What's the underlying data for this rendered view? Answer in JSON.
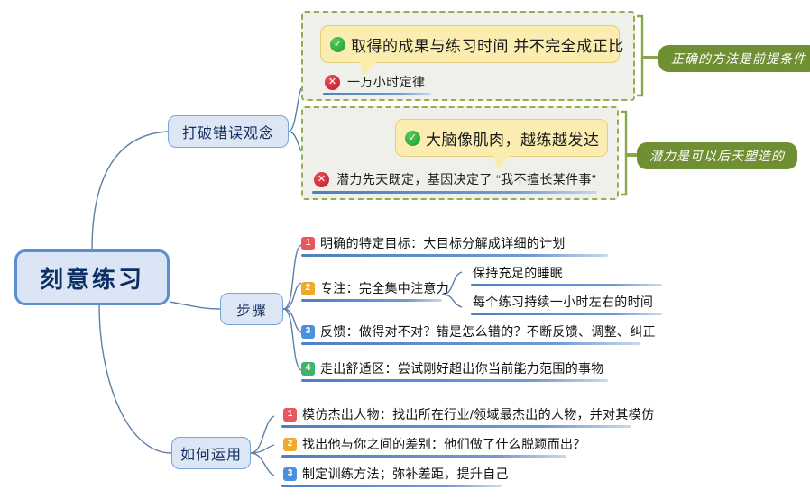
{
  "root": {
    "label": "刻意练习"
  },
  "branches": [
    {
      "label": "打破错误观念"
    },
    {
      "label": "步骤"
    },
    {
      "label": "如何运用"
    }
  ],
  "concept_groups": [
    {
      "positive": {
        "icon": "check-circle-icon",
        "text": "取得的成果与练习时间 并不完全成正比"
      },
      "negative": {
        "icon": "cross-circle-icon",
        "text": "一万小时定律"
      },
      "tag": "正确的方法是前提条件"
    },
    {
      "positive": {
        "icon": "check-circle-icon",
        "text": "大脑像肌肉，越练越发达"
      },
      "negative": {
        "icon": "cross-circle-icon",
        "text": "潜力先天既定，基因决定了 “我不擅长某件事”"
      },
      "tag": "潜力是可以后天塑造的"
    }
  ],
  "steps": [
    {
      "num": "1",
      "color": "#e8565e",
      "text": "明确的特定目标：大目标分解成详细的计划"
    },
    {
      "num": "2",
      "color": "#f0a92c",
      "text": "专注：完全集中注意力"
    },
    {
      "num": "3",
      "color": "#4a8fe0",
      "text": "反馈：做得对不对？错是怎么错的？不断反馈、调整、纠正"
    },
    {
      "num": "4",
      "color": "#3eb36a",
      "text": "走出舒适区：尝试刚好超出你当前能力范围的事物"
    }
  ],
  "step_sub_items": [
    {
      "text": "保持充足的睡眠"
    },
    {
      "text": "每个练习持续一小时左右的时间"
    }
  ],
  "apply": [
    {
      "num": "1",
      "color": "#e8565e",
      "text": "模仿杰出人物：找出所在行业/领域最杰出的人物，并对其模仿"
    },
    {
      "num": "2",
      "color": "#f0a92c",
      "text": "找出他与你之间的差别：他们做了什么脱颖而出？"
    },
    {
      "num": "3",
      "color": "#4a8fe0",
      "text": "制定训练方法；弥补差距，提升自己"
    }
  ],
  "colors": {
    "root_fill": "#dbe5f5",
    "root_border": "#5b8fd4",
    "branch_fill": "#dce6f4",
    "callout_fill": "#fbedb0",
    "dash_border": "#93ad52",
    "dash_fill": "#eef0e9",
    "tag_fill": "#6f8f33",
    "wire": "#5f7fa8",
    "underline": "#4f7fc2"
  }
}
